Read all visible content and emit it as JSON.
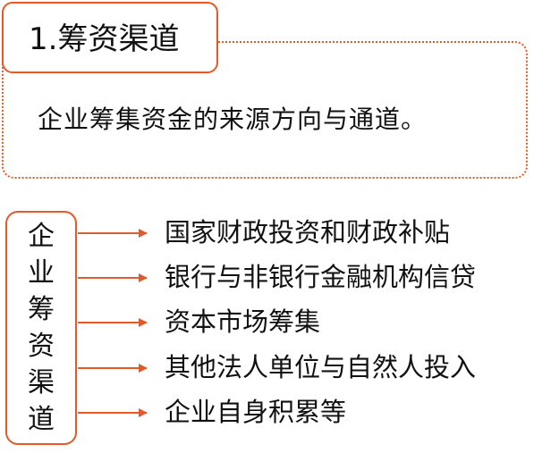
{
  "heading": {
    "title": "1.筹资渠道",
    "definition": "企业筹集资金的来源方向与通道。"
  },
  "channels_panel": {
    "label_chars": [
      "企",
      "业",
      "筹",
      "资",
      "渠",
      "道"
    ],
    "items": [
      "国家财政投资和财政补贴",
      "银行与非银行金融机构信贷",
      "资本市场筹集",
      "其他法人单位与自然人投入",
      "企业自身积累等"
    ]
  },
  "colors": {
    "accent": "#e05a2a",
    "text": "#111111",
    "background": "#ffffff"
  }
}
